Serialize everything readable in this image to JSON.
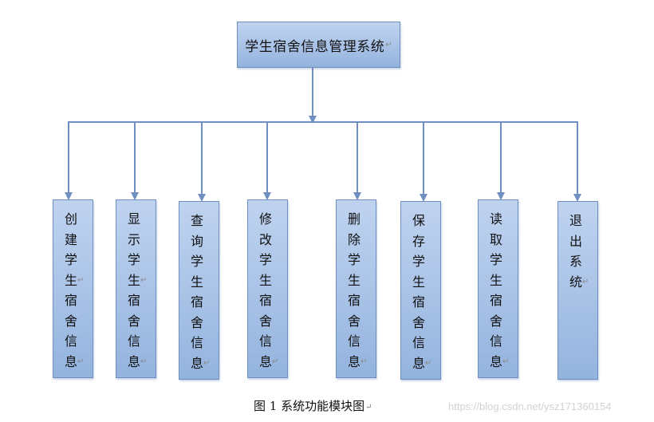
{
  "diagram": {
    "root": {
      "label": "学生宿舍信息管理系统"
    },
    "children": [
      {
        "label": "创建学生宿舍信息"
      },
      {
        "label": "显示学生宿舍信息"
      },
      {
        "label": "查询学生宿舍信息"
      },
      {
        "label": "修改学生宿舍信息"
      },
      {
        "label": "删除学生宿舍信息"
      },
      {
        "label": "保存学生宿舍信息"
      },
      {
        "label": "读取学生宿舍信息"
      },
      {
        "label": "退出系统"
      }
    ],
    "caption": "图 1  系统功能模块图",
    "watermark": "https://blog.csdn.net/ysz171360154",
    "colors": {
      "box_fill": "#a8c2e6",
      "box_border": "#6f8fbf",
      "connector": "#6e8fc0"
    }
  }
}
